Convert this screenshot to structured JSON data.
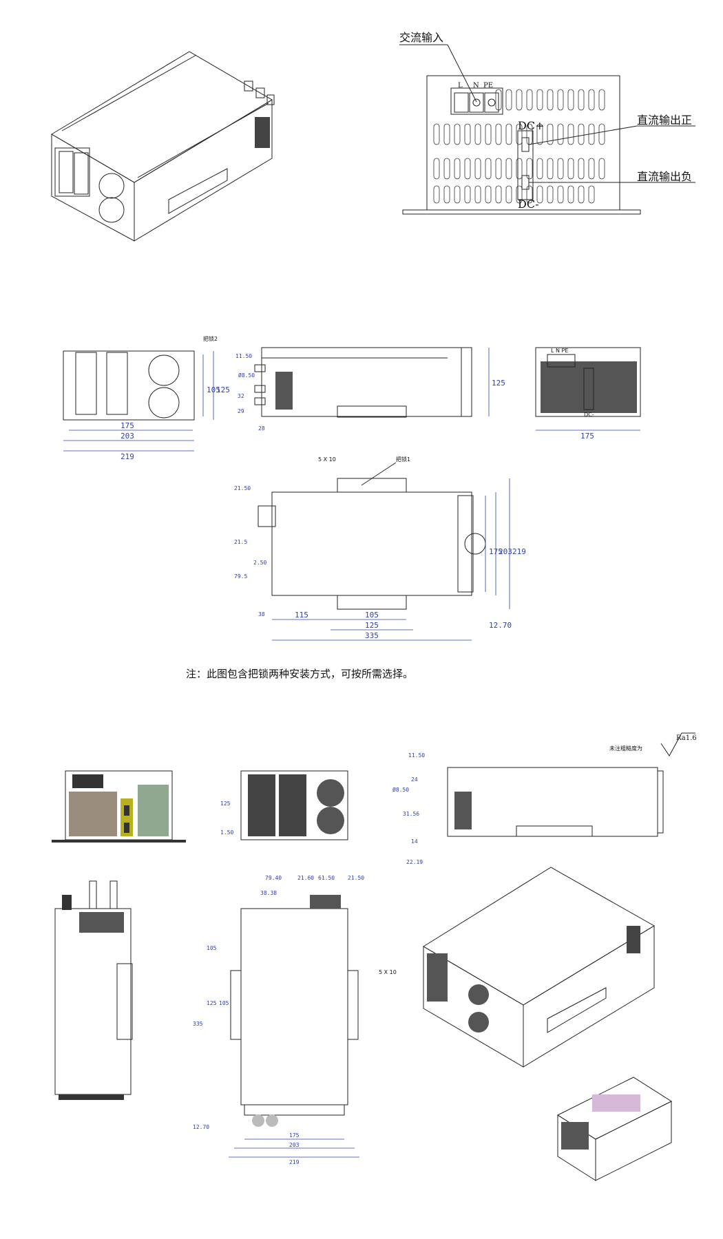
{
  "top_view": {
    "label_ac_input": "交流输入",
    "label_dc_pos_out": "直流输出正",
    "label_dc_neg_out": "直流输出负",
    "terminal_L": "L",
    "terminal_N": "N",
    "terminal_PE": "PE",
    "dc_plus": "DC+",
    "dc_minus": "DC-"
  },
  "mid_drawings": {
    "front_label": "把锁2",
    "front_dims": [
      "175",
      "203",
      "219",
      "105",
      "125"
    ],
    "side_dims": [
      "11.50",
      "Ø8.50",
      "32",
      "29",
      "28",
      "125"
    ],
    "rear_dim": "175",
    "rear_terminals": "L N PE",
    "rear_dc_minus": "DC-",
    "plan_label_hole": "5 X 10",
    "plan_label_handle": "把锁1",
    "plan_dims_left": [
      "21.50",
      "21.5",
      "2.50",
      "79.5",
      "38"
    ],
    "plan_dims_bottom": [
      "115",
      "105",
      "125",
      "335",
      "12.70"
    ],
    "plan_dims_right": [
      "175",
      "203",
      "219"
    ]
  },
  "note": "注：此图包含把锁两种安装方式，可按所需选择。",
  "bottom_drawings": {
    "front2_dims": [
      "125",
      "1.50"
    ],
    "side2_dims": [
      "11.50",
      "24",
      "Ø8.50",
      "31.56",
      "14",
      "22.19"
    ],
    "roughness": "Ra1.6",
    "roughness_note": "未注粗糙度为",
    "plan2_top_dims": [
      "79.40",
      "21.60",
      "61.50",
      "21.50",
      "38.38"
    ],
    "plan2_left_dims": [
      "105",
      "125",
      "105",
      "335",
      "12.70"
    ],
    "plan2_bottom_dims": [
      "175",
      "203",
      "219"
    ],
    "plan2_hole": "5 X 10"
  },
  "colors": {
    "dimension": "#2b3fb0",
    "line": "#222222",
    "housing_3d": "#d9c6dd",
    "housing_grey": "#c8c8c8"
  }
}
